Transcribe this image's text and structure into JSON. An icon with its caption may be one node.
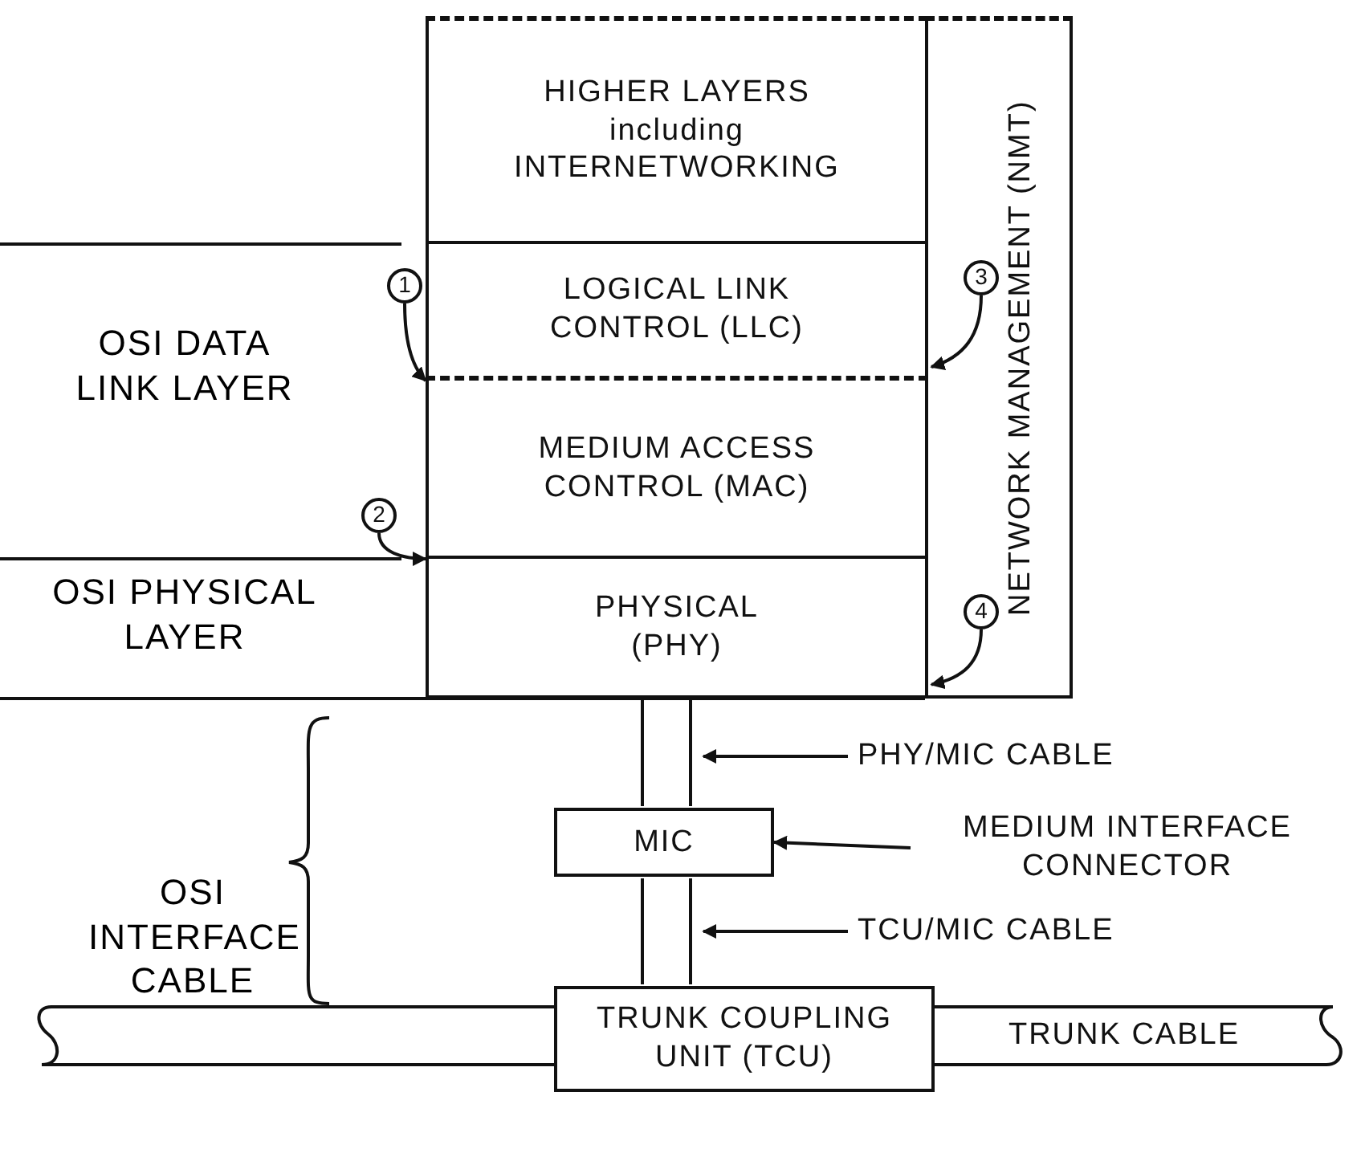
{
  "diagram": {
    "nodes": [
      {
        "text": [
          "HIGHER LAYERS including INTERNETWORKING"
        ]
      },
      {
        "text": [
          "LOGICAL LINK CONTROL (LLC)"
        ]
      },
      {
        "text": [
          "MEDIUM ACCESS CONTROL (MAC)"
        ]
      },
      {
        "text": [
          "PHYSICAL (PHY)"
        ]
      },
      {
        "text": [
          "NETWORK MANAGEMENT (NMT)"
        ]
      },
      {
        "text": [
          "MIC"
        ]
      },
      {
        "text": [],
        "shape": "bar"
      },
      {
        "text": [
          "TRUNK COUPLING UNIT (TCU)"
        ]
      },
      {
        "text": [
          "TRUNK CABLE"
        ]
      },
      {
        "text": [
          "PHY/MIC CABLE"
        ]
      },
      {
        "text": [
          "MEDIUM INTERFACE CONNECTOR"
        ]
      },
      {
        "text": [
          "TCU/MIC CABLE"
        ]
      },
      {
        "text": [
          "1"
        ]
      },
      {
        "text": [
          "2"
        ]
      },
      {
        "text": [
          "3"
        ],
        "in": 4
      },
      {
        "text": [
          "4"
        ],
        "in": 4
      }
    ],
    "edges": [
      {
        "from": 12,
        "to": 1,
        "arrow": "to"
      },
      {
        "from": 13,
        "to": 3,
        "arrow": "to"
      },
      {
        "from": 14,
        "to": 1,
        "arrow": "to"
      },
      {
        "from": 15,
        "to": 3,
        "arrow": "to"
      },
      {
        "from": 3,
        "to": 5,
        "arrow": "none"
      },
      {
        "from": 5,
        "to": 7,
        "arrow": "none"
      },
      {
        "from": 9,
        "to": null,
        "arrow": "to"
      },
      {
        "from": 10,
        "to": 5,
        "arrow": "to"
      },
      {
        "from": 11,
        "to": null,
        "arrow": "to"
      }
    ],
    "labels": [
      "OSI DATA LINK LAYER",
      "OSI PHYSICAL LAYER",
      "OSI INTERFACE CABLE"
    ]
  }
}
